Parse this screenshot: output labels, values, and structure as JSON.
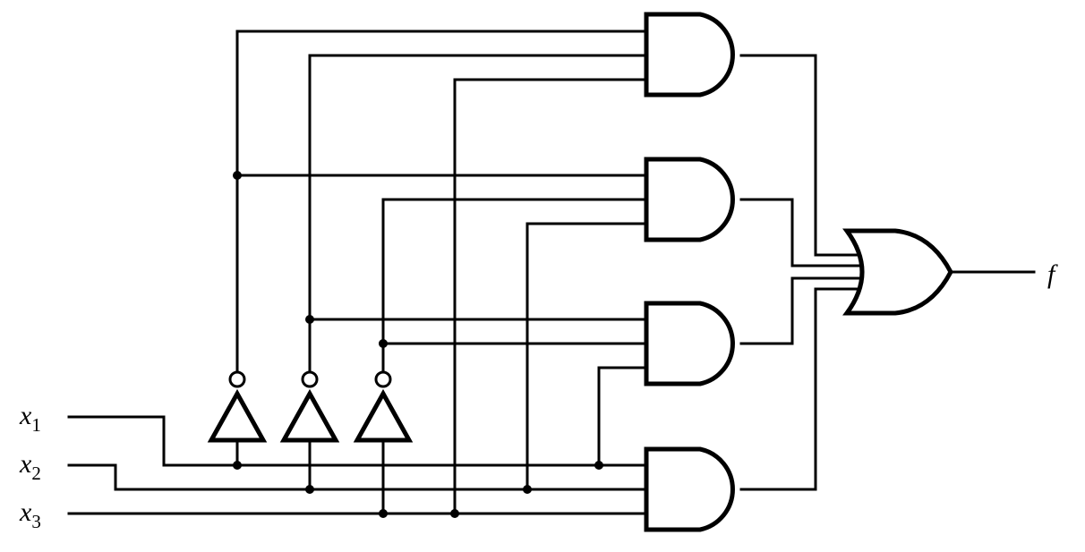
{
  "inputs": [
    {
      "var": "x",
      "index": "1"
    },
    {
      "var": "x",
      "index": "2"
    },
    {
      "var": "x",
      "index": "3"
    }
  ],
  "output": {
    "label": "f"
  },
  "gates": {
    "not": 3,
    "and": 4,
    "or": 1
  }
}
